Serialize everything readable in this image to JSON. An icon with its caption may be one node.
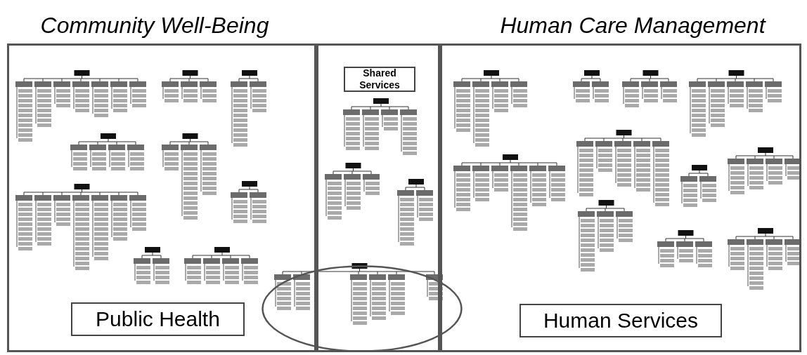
{
  "diagram": {
    "nodes": [
      {
        "text": [],
        "shape": "box"
      },
      {
        "text": [
          "Public Health"
        ],
        "in": 0
      },
      {
        "text": [],
        "shape": "box"
      },
      {
        "text": [
          "Shared Services"
        ],
        "in": 2
      },
      {
        "text": [],
        "shape": "box"
      },
      {
        "text": [
          "Human Services"
        ],
        "in": 4
      },
      {
        "text": [],
        "shape": "ellipse"
      }
    ],
    "labels": [
      "Community Well-Being",
      "Human Care Management"
    ]
  }
}
